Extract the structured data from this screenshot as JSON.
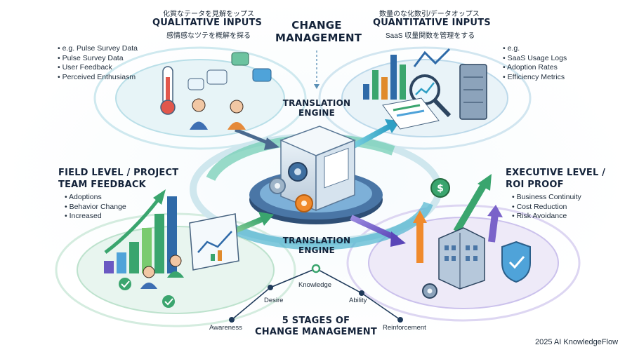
{
  "center": {
    "title_line1": "CHANGE",
    "title_line2": "MANAGEMENT",
    "engine_top_line1": "TRANSLATION",
    "engine_top_line2": "ENGINE",
    "engine_bottom_line1": "TRANSLATION",
    "engine_bottom_line2": "ENGINE"
  },
  "qualitative": {
    "jp_top": "化質なテータを見解をップス",
    "title": "QUALITATIVE INPUTS",
    "jp_sub": "感情感なツテを概解を探る",
    "bullets": [
      "e.g. Pulse Survey Data",
      "Pulse Survey Data",
      "User Feedback",
      "Perceived Enthusiasm"
    ]
  },
  "quantitative": {
    "jp_top": "数量のな化数引/データオップス",
    "title": "QUANTITATIVE INPUTS",
    "jp_sub": "SaaS 収量関数を管理をする",
    "bullets": [
      "e.g.",
      "SaaS Usage Logs",
      "Adoption Rates",
      "Efficiency Metrics"
    ]
  },
  "field": {
    "title_line1": "FIELD LEVEL / PROJECT",
    "title_line2": "TEAM FEEDBACK",
    "bullets": [
      "Adoptions",
      "Behavior Change",
      "Increased"
    ]
  },
  "executive": {
    "title_line1": "EXECUTIVE LEVEL /",
    "title_line2": "ROI PROOF",
    "bullets": [
      "Business Continuity",
      "Cost Reduction",
      "Risk Avoidance"
    ]
  },
  "stages": {
    "title_line1": "5 STAGES OF",
    "title_line2": "CHANGE MANAGEMENT",
    "items": [
      "Awareness",
      "Desire",
      "Knowledge",
      "Ability",
      "Reinforcement"
    ]
  },
  "footer": "2025 AI KnowledgeFlow",
  "colors": {
    "teal": "#3fb6c9",
    "green": "#5bbf6a",
    "purple": "#7a63c9",
    "orange": "#f08a2c",
    "navy": "#1f3a5a"
  }
}
